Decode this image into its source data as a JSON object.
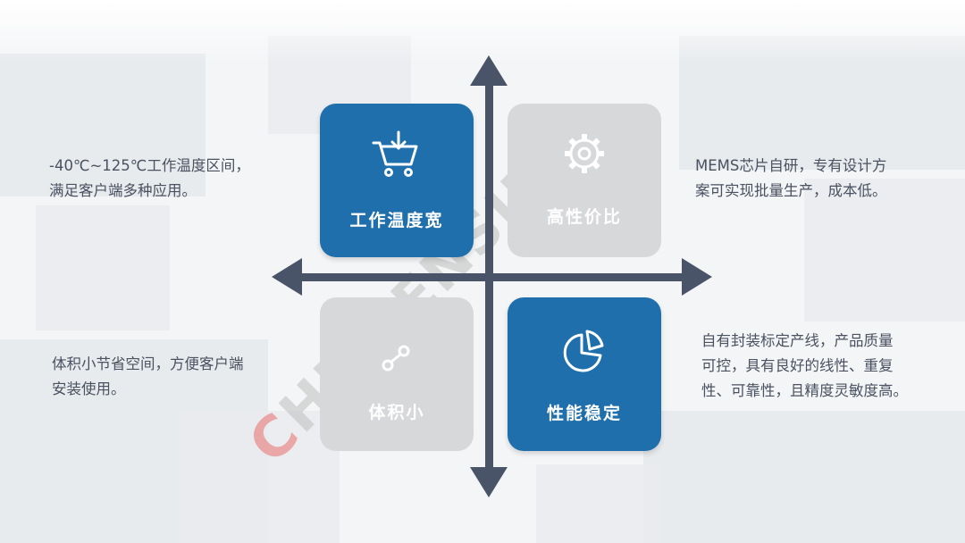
{
  "colors": {
    "accent_blue": "#1f6fad",
    "inactive_grey": "#d7d8da",
    "axis": "#4a5468",
    "text": "#4a5160",
    "watermark_grey": "#bebebe",
    "watermark_red": "#e87878"
  },
  "quadrants": [
    {
      "label": "工作温度宽",
      "icon": "shopping-cart-icon",
      "state": "blue"
    },
    {
      "label": "高性价比",
      "icon": "gear-icon",
      "state": "grey"
    },
    {
      "label": "体积小",
      "icon": "molecule-icon",
      "state": "grey"
    },
    {
      "label": "性能稳定",
      "icon": "pie-chart-icon",
      "state": "blue"
    }
  ],
  "descriptions": {
    "top_left": [
      "-40℃~125℃工作温度区间，",
      "满足客户端多种应用。"
    ],
    "top_right": [
      "MEMS芯片自研，专有设计方",
      "案可实现批量生产，成本低。"
    ],
    "bottom_left": [
      "体积小节省空间，方便客户端",
      "安装使用。"
    ],
    "bottom_right": [
      "自有封装标定产线，产品质量",
      "可控，具有良好的线性、重复",
      "性、可靠性，且精度灵敏度高。"
    ]
  },
  "watermark": {
    "first": "C",
    "rest": "HIPSENSING"
  }
}
